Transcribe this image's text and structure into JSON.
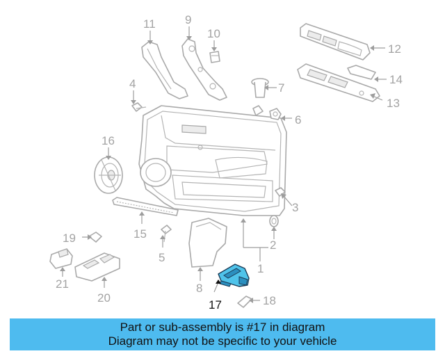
{
  "callouts": {
    "c1": "1",
    "c2": "2",
    "c3": "3",
    "c4": "4",
    "c5": "5",
    "c6": "6",
    "c7": "7",
    "c8": "8",
    "c9": "9",
    "c10": "10",
    "c11": "11",
    "c12": "12",
    "c13": "13",
    "c14": "14",
    "c15": "15",
    "c16": "16",
    "c17": "17",
    "c18": "18",
    "c19": "19",
    "c20": "20",
    "c21": "21"
  },
  "highlighted_part": "17",
  "colors": {
    "highlight": "#4fc3ea",
    "banner": "#4ebbef",
    "line": "#a9a9a9"
  },
  "banner": {
    "line1": "Part or sub-assembly is #17 in diagram",
    "line2": "Diagram may not be specific to your vehicle"
  }
}
